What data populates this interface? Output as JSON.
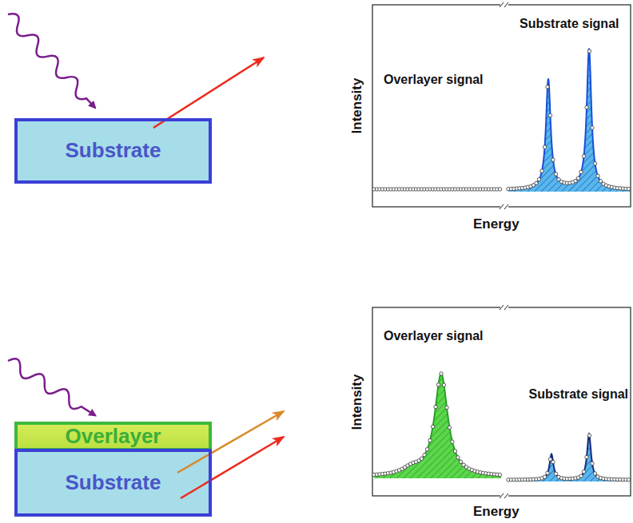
{
  "diagram": {
    "nodes": [
      {
        "text": [
          "Substrate"
        ]
      },
      {
        "text": [
          "Overlayer"
        ]
      },
      {
        "text": [
          "Substrate"
        ]
      }
    ],
    "labels": [
      "Overlayer signal",
      "Substrate signal",
      "Intensity",
      "Energy",
      "Overlayer signal",
      "Substrate signal",
      "Intensity",
      "Energy"
    ]
  }
}
